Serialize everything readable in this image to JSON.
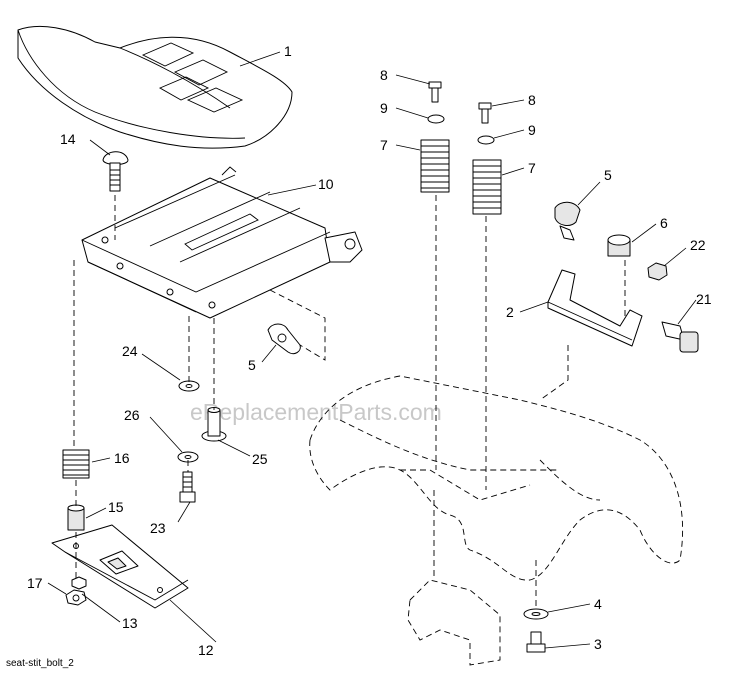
{
  "watermark": "eReplacementParts.com",
  "figure_code": "seat-stit_bolt_2",
  "callouts": {
    "c1": "1",
    "c14": "14",
    "c10": "10",
    "c24": "24",
    "c5a": "5",
    "c26": "26",
    "c25": "25",
    "c16": "16",
    "c15": "15",
    "c23": "23",
    "c17": "17",
    "c13": "13",
    "c12": "12",
    "c8a": "8",
    "c9a": "9",
    "c7a": "7",
    "c8b": "8",
    "c9b": "9",
    "c7b": "7",
    "c5b": "5",
    "c6": "6",
    "c22": "22",
    "c2": "2",
    "c21": "21",
    "c4": "4",
    "c3": "3"
  }
}
